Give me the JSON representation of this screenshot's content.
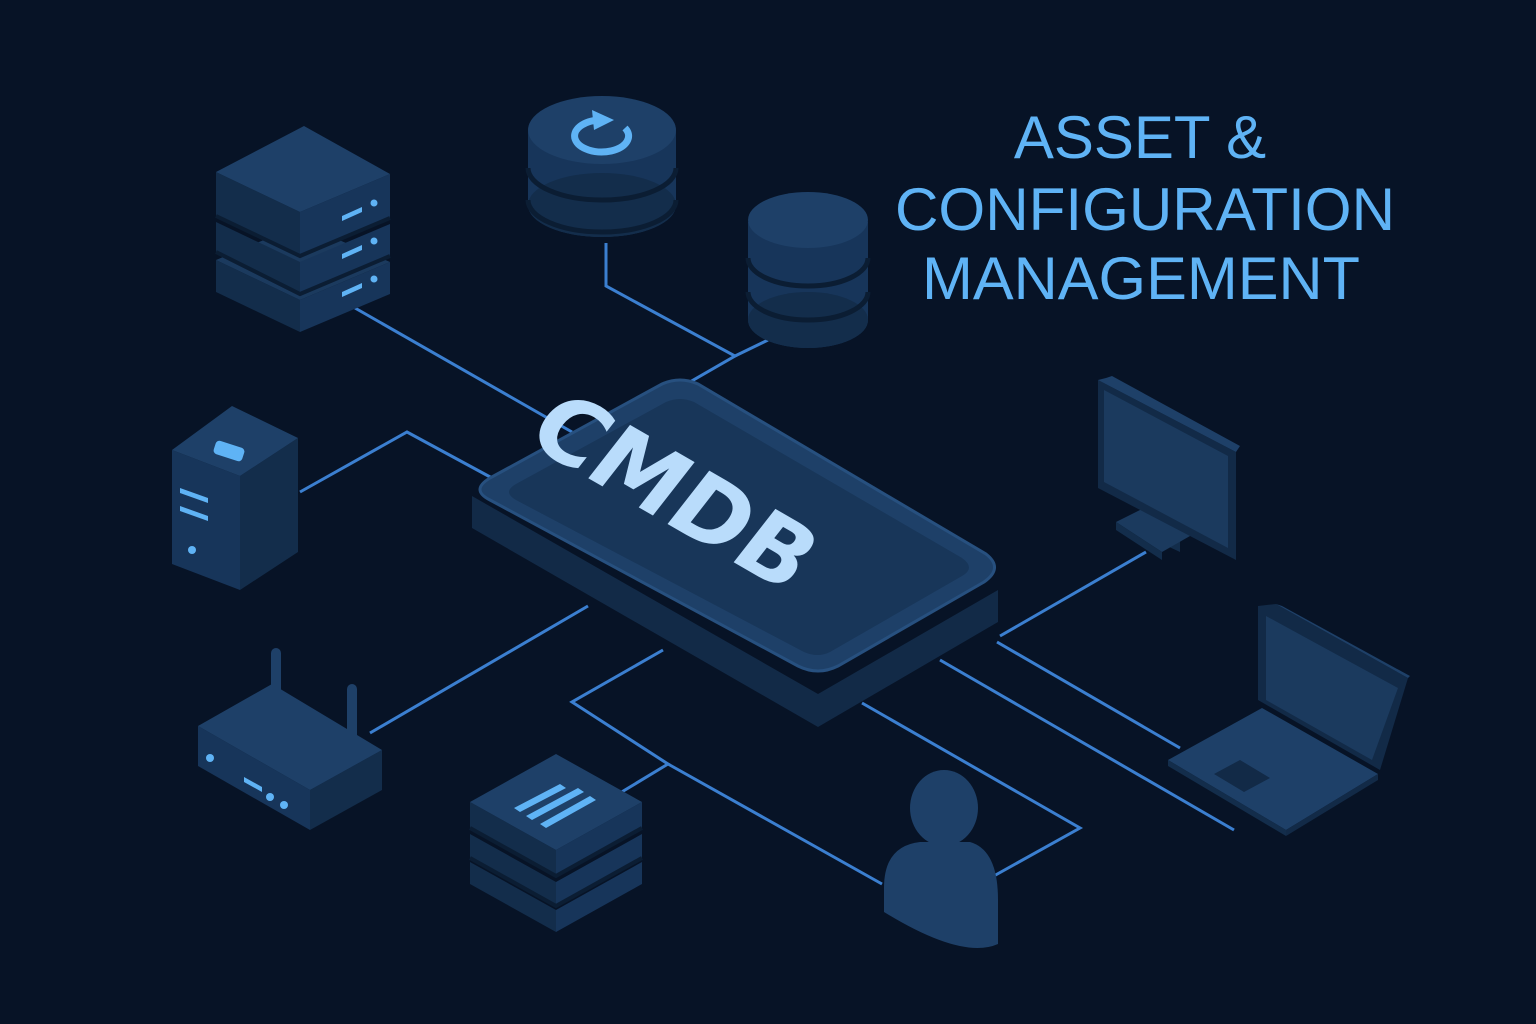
{
  "title": {
    "line1": "ASSET &",
    "line2": "CONFIGURATION",
    "line3": "MANAGEMENT"
  },
  "hub": {
    "label": "CMDB"
  },
  "colors": {
    "background": "#071326",
    "connector": "#3b7fd0",
    "device_face": "#1b3a5e",
    "device_side": "#132d4b",
    "device_edge": "#0b1d33",
    "accent": "#5fb3f5",
    "hub_text": "#b9dcfb"
  },
  "nodes": [
    {
      "id": "server-stack",
      "icon": "server-rack-icon"
    },
    {
      "id": "backup-database",
      "icon": "database-sync-icon"
    },
    {
      "id": "database",
      "icon": "database-icon"
    },
    {
      "id": "tower-server",
      "icon": "tower-server-icon"
    },
    {
      "id": "monitor",
      "icon": "desktop-monitor-icon"
    },
    {
      "id": "router",
      "icon": "wifi-router-icon"
    },
    {
      "id": "document-stack",
      "icon": "document-stack-icon"
    },
    {
      "id": "user",
      "icon": "user-icon"
    },
    {
      "id": "laptop",
      "icon": "laptop-icon"
    }
  ]
}
